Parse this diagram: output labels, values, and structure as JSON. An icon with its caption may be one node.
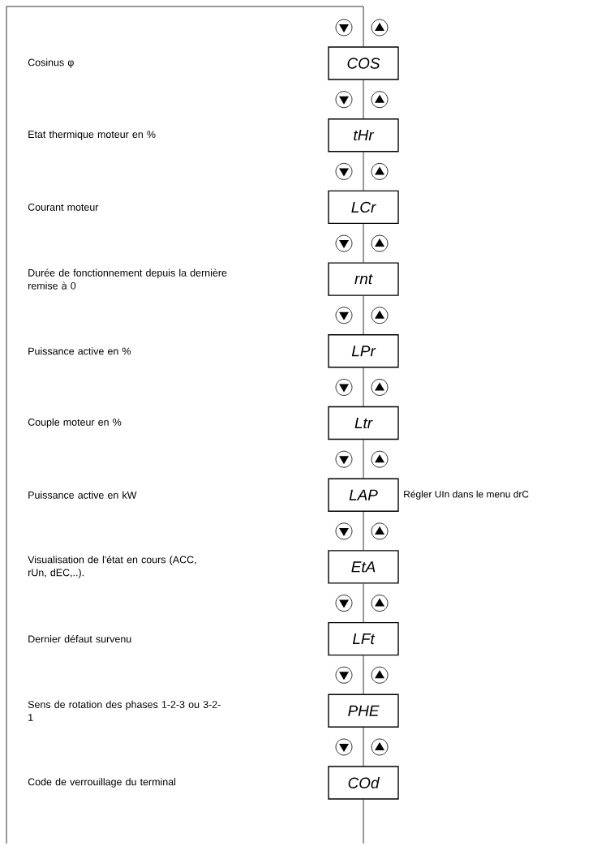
{
  "diagram": {
    "nodes": [
      {
        "text": [
          "COS"
        ]
      },
      {
        "text": [
          "tHr"
        ]
      },
      {
        "text": [
          "LCr"
        ]
      },
      {
        "text": [
          "rnt"
        ]
      },
      {
        "text": [
          "LPr"
        ]
      },
      {
        "text": [
          "Ltr"
        ]
      },
      {
        "text": [
          "LAP"
        ],
        "beside": [
          "Régler UIn dans le menu drC"
        ]
      },
      {
        "text": [
          "EtA"
        ]
      },
      {
        "text": [
          "LFt"
        ]
      },
      {
        "text": [
          "PHE"
        ]
      },
      {
        "text": [
          "COd"
        ]
      }
    ],
    "edges": [
      {
        "from": null,
        "to": 0,
        "arrow": "none"
      },
      {
        "from": 0,
        "to": 1,
        "arrow": "none"
      },
      {
        "from": 1,
        "to": 2,
        "arrow": "none"
      },
      {
        "from": 2,
        "to": 3,
        "arrow": "none"
      },
      {
        "from": 3,
        "to": 4,
        "arrow": "none"
      },
      {
        "from": 4,
        "to": 5,
        "arrow": "none"
      },
      {
        "from": 5,
        "to": 6,
        "arrow": "none"
      },
      {
        "from": 6,
        "to": 7,
        "arrow": "none"
      },
      {
        "from": 7,
        "to": 8,
        "arrow": "none"
      },
      {
        "from": 8,
        "to": 9,
        "arrow": "none"
      },
      {
        "from": 9,
        "to": 10,
        "arrow": "none"
      },
      {
        "from": 10,
        "to": null,
        "arrow": "none"
      }
    ],
    "labels": [
      "Cosinus φ",
      "Etat thermique moteur en %",
      "Courant moteur",
      "Durée de fonctionnement depuis la dernière remise à 0",
      "Puissance active en %",
      "Couple moteur en %",
      "Puissance active en kW",
      "Visualisation de l'état en cours (ACC, rUn, dEC,..).",
      "Dernier défaut survenu",
      "Sens de rotation des phases 1-2-3 ou 3-2-1",
      "Code de verrouillage du terminal"
    ]
  }
}
